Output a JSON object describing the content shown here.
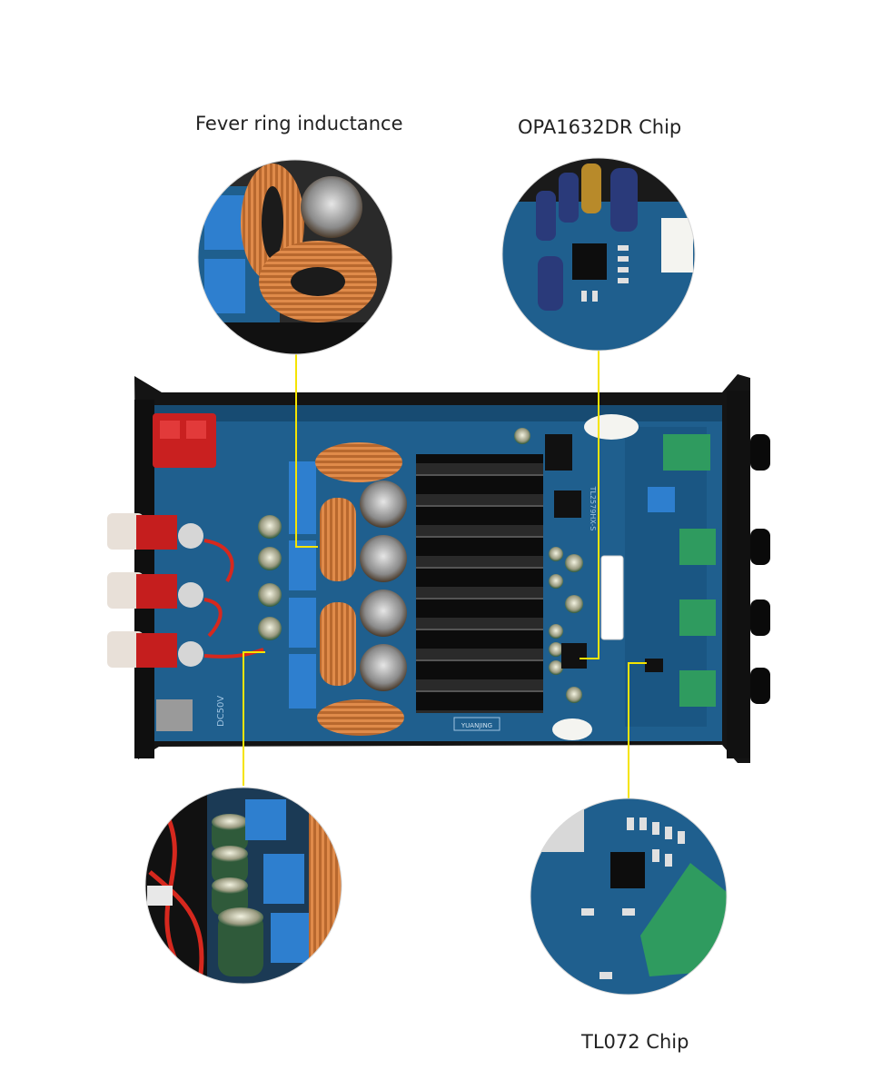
{
  "callouts": {
    "inductance": "Fever ring inductance",
    "opa_chip": "OPA1632DR  Chip",
    "tl072_chip": "TL072 Chip"
  },
  "board": {
    "brand_label": "YUANJING",
    "voltage_label": "DC50V",
    "chip_marking": "TL2579HX-S"
  },
  "colors": {
    "pcb": "#1f5f8e",
    "chassis": "#1a1a1a",
    "callout_line": "#f5e400",
    "inductor_copper": "#c8773a"
  }
}
